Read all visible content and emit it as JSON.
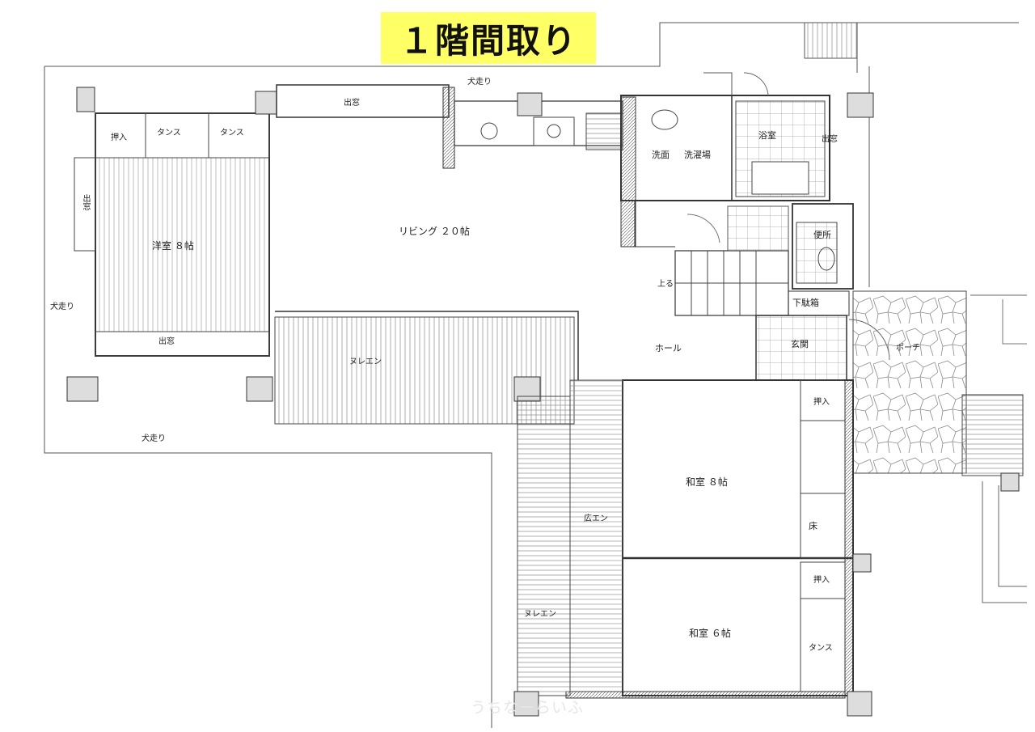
{
  "title": "１階間取り",
  "rooms": {
    "western": "洋室 ８帖",
    "living": "リビング ２０帖",
    "washroom": "洗面",
    "washing_area": "洗濯場",
    "bath": "浴室",
    "toilet": "便所",
    "shoe_closet": "下駄箱",
    "entrance": "玄関",
    "hall": "ホール",
    "porch": "ポーチ",
    "japanese8": "和室 ８帖",
    "japanese6": "和室 ６帖",
    "alcove": "床",
    "stairs_up": "上る"
  },
  "labels": {
    "closet_w": "押入",
    "tansu_a": "タンス",
    "tansu_b": "タンス",
    "bay_window_top": "出窓",
    "bay_window_west": "出窓",
    "bay_window_side": "出窓",
    "inu_top": "犬走り",
    "inu_left": "犬走り",
    "inu_bottom": "犬走り",
    "bath_side": "出窓",
    "terrace_left": "ヌレエン",
    "terrace_right": "ヌレエン",
    "hiroen": "広エン",
    "closet_j8": "押入",
    "closet_j6": "押入",
    "tansu_j6": "タンス"
  },
  "watermark": "うちなーらいふ",
  "colors": {
    "line": "#3a3a3a",
    "title_bg": "#ffff66"
  }
}
